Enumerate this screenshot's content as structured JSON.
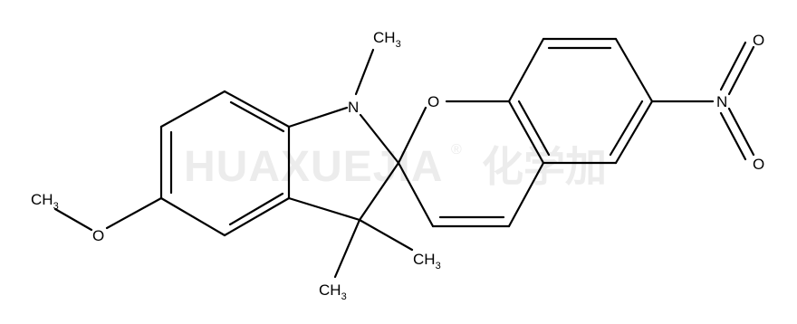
{
  "watermark": {
    "text": "HUAXUEJIA",
    "registered": "®",
    "chinese": "化学加"
  },
  "atoms": {
    "ch3_n": {
      "main": "CH",
      "sub": "3"
    },
    "n": {
      "main": "N"
    },
    "o_ring": {
      "main": "O"
    },
    "nitro_n": {
      "main": "N"
    },
    "nitro_o_top": {
      "main": "O"
    },
    "nitro_o_bottom": {
      "main": "O"
    },
    "ch3_methoxy": {
      "main": "CH",
      "sub": "3"
    },
    "o_methoxy": {
      "main": "O"
    },
    "ch3_gem1": {
      "main": "CH",
      "sub": "3"
    },
    "ch3_gem2": {
      "main": "CH",
      "sub": "3"
    }
  },
  "colors": {
    "bond": "#000000",
    "watermark": "#ececec"
  }
}
